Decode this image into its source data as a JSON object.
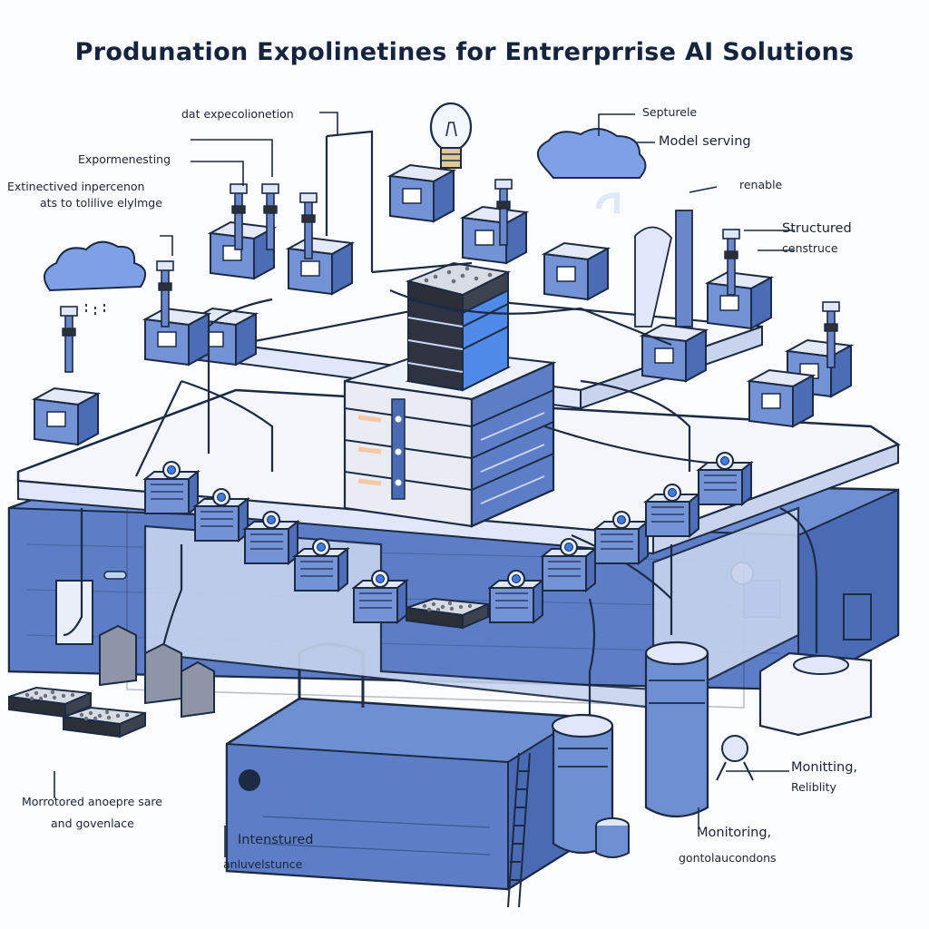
{
  "title": "Produnation Expolinetines for Entrerprrise AI  Solutions",
  "labels": {
    "data_experimentation": "dat expecolionetion",
    "experimenting": "Expormenesting",
    "extinctioned_line1": "Extinectived inpercenon",
    "extinctioned_line2": "ats to tolilive elylmge",
    "septurele": "Septurele",
    "model_serving": "Model serving",
    "renable": "renable",
    "structured": "Structured",
    "constructure": "censtruce",
    "monitored_line1": "Morrotored anoepre sare",
    "monitored_line2": "and govenlace",
    "intensured_line1": "Intenstured",
    "intensured_line2": "anluvelstunce",
    "monitoring_right_line1": "Monitting,",
    "monitoring_right_line2": "Reliblity",
    "monitoring_bottom_line1": "Monitoring,",
    "monitoring_bottom_line2": "gontolaucondons"
  },
  "colors": {
    "accent": "#5b7fcf",
    "dark": "#1c2a44",
    "light": "#dfe7f8",
    "background": "#fbfcfe"
  }
}
